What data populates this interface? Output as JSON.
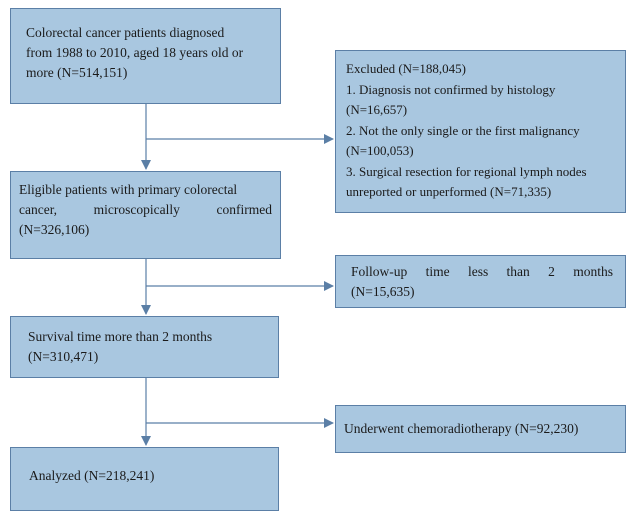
{
  "flowchart": {
    "main_steps": [
      {
        "lines": [
          "Colorectal cancer patients diagnosed",
          "from 1988 to 2010, aged 18 years old or",
          "more (N=514,151)"
        ]
      },
      {
        "lines": [
          "Eligible patients with primary colorectal",
          "cancer, microscopically confirmed",
          "(N=326,106)"
        ]
      },
      {
        "lines": [
          "Survival time more than 2 months",
          "(N=310,471)"
        ]
      },
      {
        "lines": [
          "Analyzed (N=218,241)"
        ]
      }
    ],
    "exclusions": [
      {
        "lines": [
          "Excluded (N=188,045)",
          "1. Diagnosis not confirmed by histology",
          "(N=16,657)",
          "2. Not the only single or the first malignancy",
          "(N=100,053)",
          "3. Surgical resection for regional lymph nodes",
          "unreported or unperformed (N=71,335)"
        ]
      },
      {
        "lines": [
          "Follow-up time less than 2 months",
          "(N=15,635)"
        ]
      },
      {
        "lines": [
          "Underwent chemoradiotherapy (N=92,230)"
        ]
      }
    ],
    "colors": {
      "box_fill": "#a9c7e0",
      "box_border": "#5b7fa6",
      "arrow": "#5b7fa6"
    }
  }
}
